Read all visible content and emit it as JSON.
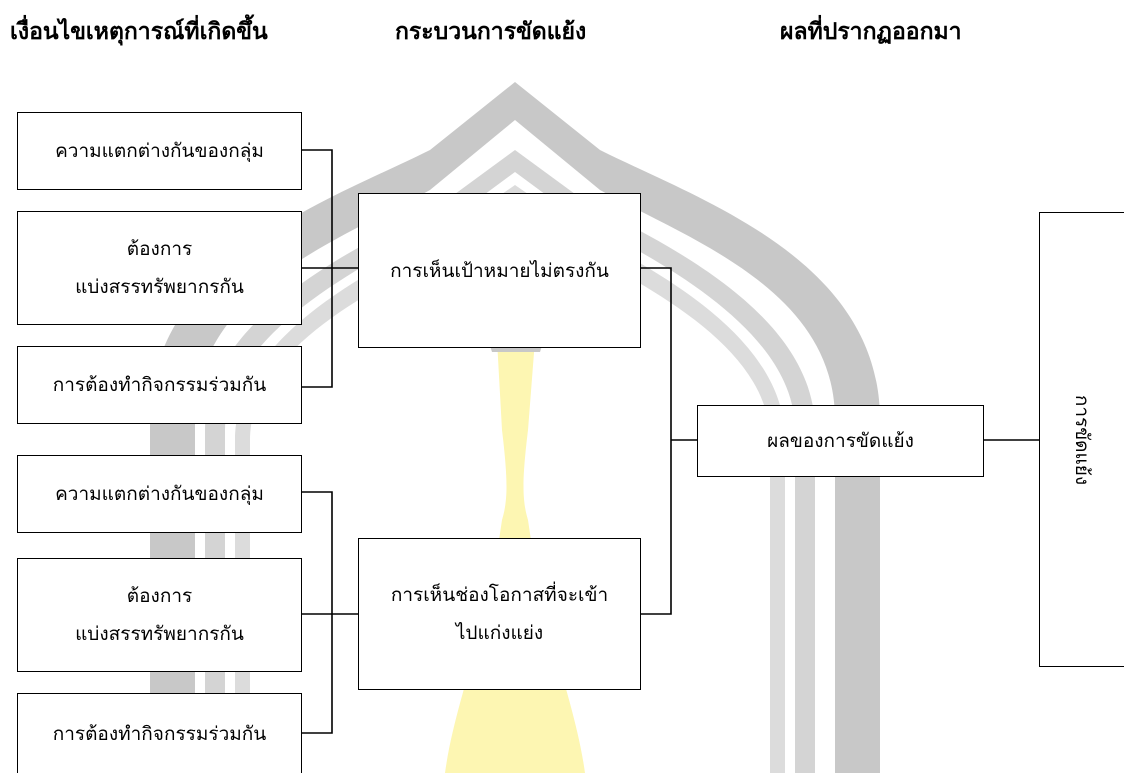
{
  "headings": {
    "causes": "เงื่อนไขเหตุการณ์ที่เกิดขึ้น",
    "process": "กระบวนการขัดแย้ง",
    "outcome": "ผลที่ปรากฏออกมา"
  },
  "group1": {
    "diff": "ความแตกต่างกันของกลุ่ม",
    "share_line1": "ต้องการ",
    "share_line2": "แบ่งสรรทรัพยากรกัน",
    "joint": "การต้องทำกิจกรรมร่วมกัน"
  },
  "group2": {
    "diff": "ความแตกต่างกันของกลุ่ม",
    "share_line1": "ต้องการ",
    "share_line2": "แบ่งสรรทรัพยากรกัน",
    "joint": "การต้องทำกิจกรรมร่วมกัน"
  },
  "process": {
    "goals": "การเห็นเป้าหมายไม่ตรงกัน",
    "opportunity_line1": "การเห็นช่องโอกาสที่จะเข้า",
    "opportunity_line2": "ไปแก่งแย่ง"
  },
  "result": "ผลของการขัดแย้ง",
  "final": "การขัดแย้ง",
  "colors": {
    "watermark_gray": "#c8c8c8",
    "watermark_yellow": "#fdf6b2",
    "line": "#000000"
  }
}
